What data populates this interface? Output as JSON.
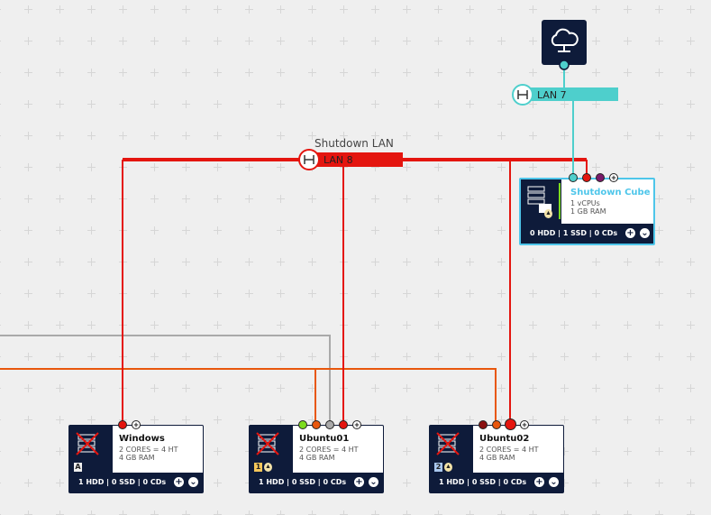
{
  "colors": {
    "background": "#efefef",
    "lan7": "#4ecfcc",
    "lan8": "#e4150f",
    "orange": "#e8570d",
    "gray": "#a9a9a9",
    "card_dark": "#0e1b3a",
    "selected": "#4ec6ea"
  },
  "internet": {
    "icon": "cloud-network-icon"
  },
  "lans": [
    {
      "id": "lan7",
      "tag": "LAN 7",
      "title": "",
      "icon": "switch-icon"
    },
    {
      "id": "lan8",
      "tag": "LAN 8",
      "title": "Shutdown LAN",
      "icon": "switch-icon"
    }
  ],
  "servers": [
    {
      "id": "shutdown-cube",
      "name": "Shutdown Cube",
      "selected": true,
      "specs": [
        "1 vCPUs",
        "1 GB RAM"
      ],
      "storage": "0 HDD | 1 SSD | 0 CDs",
      "badge": "",
      "os_icon": "linux-icon",
      "ports": [
        "#4ecfcc",
        "#e4150f",
        "#7a1a6a"
      ]
    },
    {
      "id": "windows",
      "name": "Windows",
      "selected": false,
      "specs": [
        "2 CORES = 4 HT",
        "4 GB RAM"
      ],
      "storage": "1 HDD | 0 SSD | 0 CDs",
      "badge": "A",
      "os_icon": "",
      "ports": [
        "#e4150f"
      ]
    },
    {
      "id": "ubuntu01",
      "name": "Ubuntu01",
      "selected": false,
      "specs": [
        "2 CORES = 4 HT",
        "4 GB RAM"
      ],
      "storage": "1 HDD | 0 SSD | 0 CDs",
      "badge": "1",
      "os_icon": "linux-icon",
      "ports": [
        "#7ddc1f",
        "#e8570d",
        "#a9a9a9",
        "#e4150f"
      ]
    },
    {
      "id": "ubuntu02",
      "name": "Ubuntu02",
      "selected": false,
      "specs": [
        "2 CORES = 4 HT",
        "4 GB RAM"
      ],
      "storage": "1 HDD | 0 SSD | 0 CDs",
      "badge": "2",
      "os_icon": "linux-icon",
      "ports": [
        "#8a1111",
        "#e8570d",
        "#e4150f"
      ]
    }
  ]
}
